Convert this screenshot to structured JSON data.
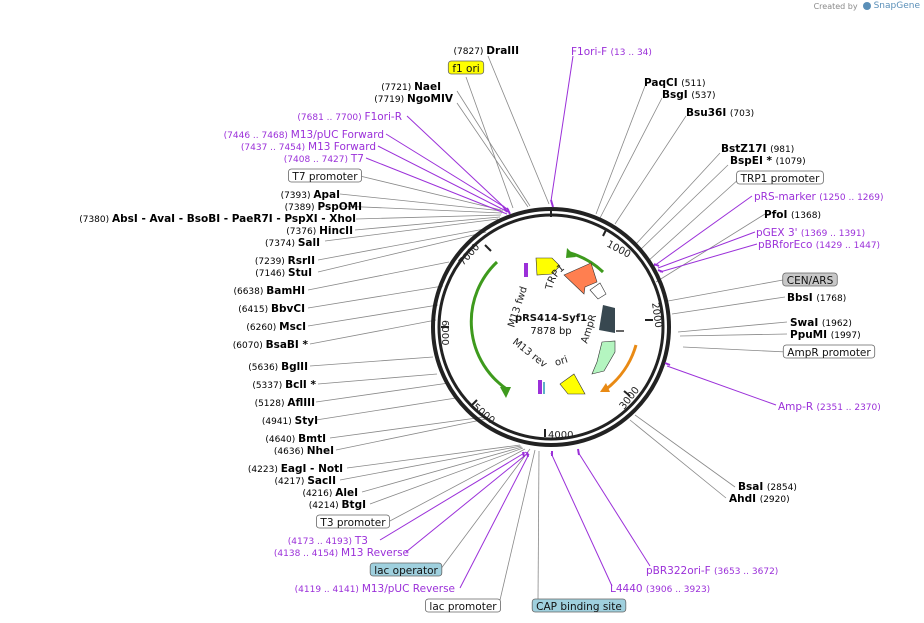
{
  "branding": {
    "created_by": "Created by",
    "app": "SnapGene"
  },
  "center": {
    "name": "pRS414-Syf1",
    "length": "7878 bp"
  },
  "ticks": [
    "1000",
    "2000",
    "3000",
    "4000",
    "5000",
    "6000",
    "7000"
  ],
  "enzymes": [
    {
      "id": "e_drai",
      "name": "DraIII",
      "pos": "(7827)",
      "side": "L"
    },
    {
      "id": "e_naei",
      "name": "NaeI",
      "pos": "(7721)",
      "side": "L"
    },
    {
      "id": "e_ngom",
      "name": "NgoMIV",
      "pos": "(7719)",
      "side": "L"
    },
    {
      "id": "e_apai",
      "name": "ApaI",
      "pos": "(7393)",
      "side": "L"
    },
    {
      "id": "e_psp",
      "name": "PspOMI",
      "pos": "(7389)",
      "side": "L"
    },
    {
      "id": "e_absi",
      "name": "AbsI  - AvaI  - BsoBI  - PaeR7I  - PspXI  - XhoI",
      "pos": "(7380)",
      "side": "L"
    },
    {
      "id": "e_hinc",
      "name": "HincII",
      "pos": "(7376)",
      "side": "L"
    },
    {
      "id": "e_sali",
      "name": "SalI",
      "pos": "(7374)",
      "side": "L"
    },
    {
      "id": "e_rsr",
      "name": "RsrII",
      "pos": "(7239)",
      "side": "L"
    },
    {
      "id": "e_stu",
      "name": "StuI",
      "pos": "(7146)",
      "side": "L"
    },
    {
      "id": "e_bam",
      "name": "BamHI",
      "pos": "(6638)",
      "side": "L"
    },
    {
      "id": "e_bbv",
      "name": "BbvCI",
      "pos": "(6415)",
      "side": "L"
    },
    {
      "id": "e_msc",
      "name": "MscI",
      "pos": "(6260)",
      "side": "L"
    },
    {
      "id": "e_bsab",
      "name": "BsaBI *",
      "pos": "(6070)",
      "side": "L"
    },
    {
      "id": "e_bgl",
      "name": "BglII",
      "pos": "(5636)",
      "side": "L"
    },
    {
      "id": "e_bcl",
      "name": "BclI *",
      "pos": "(5337)",
      "side": "L"
    },
    {
      "id": "e_afl",
      "name": "AflIII",
      "pos": "(5128)",
      "side": "L"
    },
    {
      "id": "e_sty",
      "name": "StyI",
      "pos": "(4941)",
      "side": "L"
    },
    {
      "id": "e_bmt",
      "name": "BmtI",
      "pos": "(4640)",
      "side": "L"
    },
    {
      "id": "e_nhe",
      "name": "NheI",
      "pos": "(4636)",
      "side": "L"
    },
    {
      "id": "e_eag",
      "name": "EagI  - NotI",
      "pos": "(4223)",
      "side": "L"
    },
    {
      "id": "e_sac",
      "name": "SacII",
      "pos": "(4217)",
      "side": "L"
    },
    {
      "id": "e_ale",
      "name": "AleI",
      "pos": "(4216)",
      "side": "L"
    },
    {
      "id": "e_btg",
      "name": "BtgI",
      "pos": "(4214)",
      "side": "L"
    },
    {
      "id": "e_paq",
      "name": "PaqCI",
      "pos": "(511)",
      "side": "R"
    },
    {
      "id": "e_bsgi",
      "name": "BsgI",
      "pos": "(537)",
      "side": "R"
    },
    {
      "id": "e_bsu",
      "name": "Bsu36I",
      "pos": "(703)",
      "side": "R"
    },
    {
      "id": "e_bst",
      "name": "BstZ17I",
      "pos": "(981)",
      "side": "R"
    },
    {
      "id": "e_bspe",
      "name": "BspEI *",
      "pos": "(1079)",
      "side": "R"
    },
    {
      "id": "e_pfo",
      "name": "PfoI",
      "pos": "(1368)",
      "side": "R"
    },
    {
      "id": "e_bbs",
      "name": "BbsI",
      "pos": "(1768)",
      "side": "R"
    },
    {
      "id": "e_swa",
      "name": "SwaI",
      "pos": "(1962)",
      "side": "R"
    },
    {
      "id": "e_ppu",
      "name": "PpuMI",
      "pos": "(1997)",
      "side": "R"
    },
    {
      "id": "e_bsai",
      "name": "BsaI",
      "pos": "(2854)",
      "side": "R"
    },
    {
      "id": "e_ahd",
      "name": "AhdI",
      "pos": "(2920)",
      "side": "R"
    }
  ],
  "primers": [
    {
      "id": "p_f1f",
      "name": "F1ori-F",
      "range": "(13 .. 34)",
      "side": "R"
    },
    {
      "id": "p_f1r",
      "name": "F1ori-R",
      "range": "(7681 .. 7700)",
      "side": "L"
    },
    {
      "id": "p_m13puc",
      "name": "M13/pUC Forward",
      "range": "(7446 .. 7468)",
      "side": "L"
    },
    {
      "id": "p_m13f",
      "name": "M13 Forward",
      "range": "(7437 .. 7454)",
      "side": "L"
    },
    {
      "id": "p_t7",
      "name": "T7",
      "range": "(7408 .. 7427)",
      "side": "L"
    },
    {
      "id": "p_rsm",
      "name": "pRS-marker",
      "range": "(1250 .. 1269)",
      "side": "R"
    },
    {
      "id": "p_pgex",
      "name": "pGEX 3'",
      "range": "(1369 .. 1391)",
      "side": "R"
    },
    {
      "id": "p_pbrf",
      "name": "pBRforEco",
      "range": "(1429 .. 1447)",
      "side": "R"
    },
    {
      "id": "p_ampr",
      "name": "Amp-R",
      "range": "(2351 .. 2370)",
      "side": "R"
    },
    {
      "id": "p_pbr322",
      "name": "pBR322ori-F",
      "range": "(3653 .. 3672)",
      "side": "R"
    },
    {
      "id": "p_l4440",
      "name": "L4440",
      "range": "(3906 .. 3923)",
      "side": "R"
    },
    {
      "id": "p_t3",
      "name": "T3",
      "range": "(4173 .. 4193)",
      "side": "L"
    },
    {
      "id": "p_m13rev",
      "name": "M13 Reverse",
      "range": "(4138 .. 4154)",
      "side": "L"
    },
    {
      "id": "p_m13pucrev",
      "name": "M13/pUC Reverse",
      "range": "(4119 .. 4141)",
      "side": "L"
    }
  ],
  "features": [
    {
      "id": "f_f1ori",
      "name": "f1 ori",
      "color": "#ffff00"
    },
    {
      "id": "f_t7prom",
      "name": "T7 promoter",
      "color": "#ffffff"
    },
    {
      "id": "f_trp1prom",
      "name": "TRP1 promoter",
      "color": "#ffffff"
    },
    {
      "id": "f_cen",
      "name": "CEN/ARS",
      "color": "#c8c8c8"
    },
    {
      "id": "f_amprprom",
      "name": "AmpR promoter",
      "color": "#ffffff"
    },
    {
      "id": "f_t3prom",
      "name": "T3 promoter",
      "color": "#ffffff"
    },
    {
      "id": "f_lacop",
      "name": "lac operator",
      "color": "#9fd0de"
    },
    {
      "id": "f_lacprom",
      "name": "lac promoter",
      "color": "#ffffff"
    },
    {
      "id": "f_cap",
      "name": "CAP binding site",
      "color": "#9fd0de"
    }
  ],
  "ring_labels": [
    "TRP1",
    "AmpR",
    "ori",
    "M13 fwd",
    "M13 rev"
  ],
  "colors": {
    "enzyme": "#000000",
    "primer": "#9b30d9",
    "trp1": "#ff7f50",
    "ampr": "#b4f5c0",
    "ori": "#ffff00",
    "cen": "#384850",
    "arc_green": "#3e9a1d",
    "arc_orange": "#e98a14",
    "m13": "#ffff00"
  }
}
